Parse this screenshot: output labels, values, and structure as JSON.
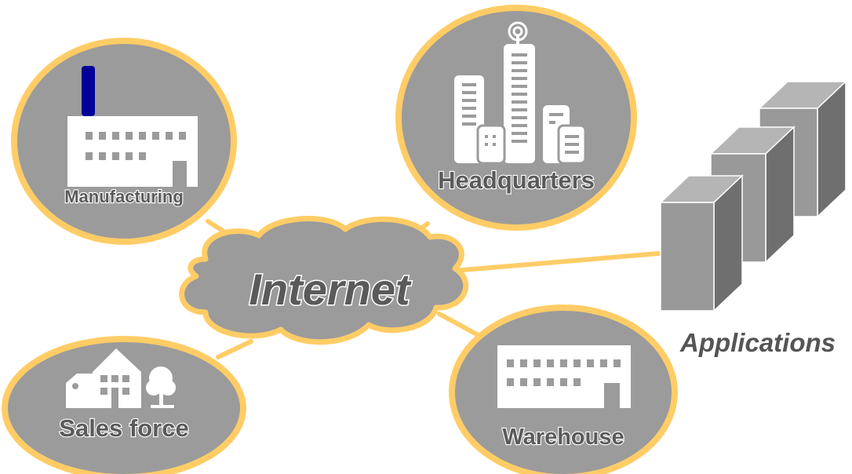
{
  "diagram": {
    "hub": {
      "label": "Internet"
    },
    "nodes": [
      {
        "id": "manufacturing",
        "label": "Manufacturing",
        "icon": "factory-icon"
      },
      {
        "id": "headquarters",
        "label": "Headquarters",
        "icon": "office-buildings-icon"
      },
      {
        "id": "sales",
        "label": "Sales force",
        "icon": "village-icon"
      },
      {
        "id": "warehouse",
        "label": "Warehouse",
        "icon": "warehouse-icon"
      },
      {
        "id": "applications",
        "label": "Applications",
        "icon": "server-stack-icon"
      }
    ],
    "connections": [
      [
        "internet",
        "manufacturing"
      ],
      [
        "internet",
        "headquarters"
      ],
      [
        "internet",
        "sales"
      ],
      [
        "internet",
        "warehouse"
      ],
      [
        "internet",
        "applications"
      ]
    ],
    "colors": {
      "node_fill": "#9b9b9b",
      "node_border": "#ffcc66",
      "connector": "#ffcc66",
      "icon": "#ffffff",
      "chimney": "#000099",
      "label_text": "#5a5a5a",
      "server_front": "#999999",
      "server_top": "#b5b5b5",
      "server_side": "#6f6f6f"
    }
  }
}
